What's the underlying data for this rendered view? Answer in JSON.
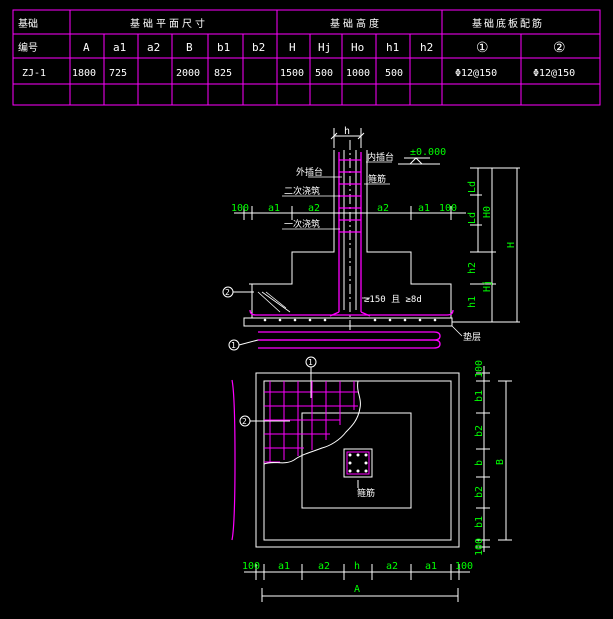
{
  "table": {
    "head_row1": [
      "基础",
      "基础平面尺寸",
      "基础高度",
      "基础底板配筋"
    ],
    "head_row2_first": "编号",
    "columns": [
      "A",
      "a1",
      "a2",
      "B",
      "b1",
      "b2",
      "H",
      "Hj",
      "Ho",
      "h1",
      "h2",
      "①",
      "②"
    ],
    "rows": [
      [
        "ZJ-1",
        "1800",
        "725",
        "",
        "2000",
        "825",
        "",
        "1500",
        "500",
        "1000",
        "500",
        "",
        "Φ12@150",
        "Φ12@150"
      ]
    ]
  },
  "section": {
    "dim_h": "h",
    "elevation": "±0.000",
    "label_outer_cup": "外插台",
    "label_inner_cup": "内插台",
    "label_rebar_two": "二次浇筑",
    "label_rebar_one": "一次浇筑",
    "label_stirrup": "箍筋",
    "label_anchor": "≥150 且 ≥8d",
    "label_cushion": "垫层",
    "marker_1": "1",
    "marker_2": "2",
    "dims_horizontal": [
      "100",
      "a1",
      "a2",
      "a2",
      "a1",
      "100"
    ],
    "dims_vertical": [
      "Ld",
      "Ld",
      "H0",
      "h2",
      "h1",
      "Hj",
      "H"
    ]
  },
  "plan": {
    "marker_1": "1",
    "marker_2": "2",
    "label_stirrup": "箍筋",
    "dims_bottom": [
      "100",
      "a1",
      "a2",
      "h",
      "a2",
      "a1",
      "100"
    ],
    "dim_total_bottom": "A",
    "dims_right": [
      "100",
      "b1",
      "b2",
      "b",
      "b2",
      "b1",
      "100"
    ],
    "dim_total_right": "B"
  }
}
